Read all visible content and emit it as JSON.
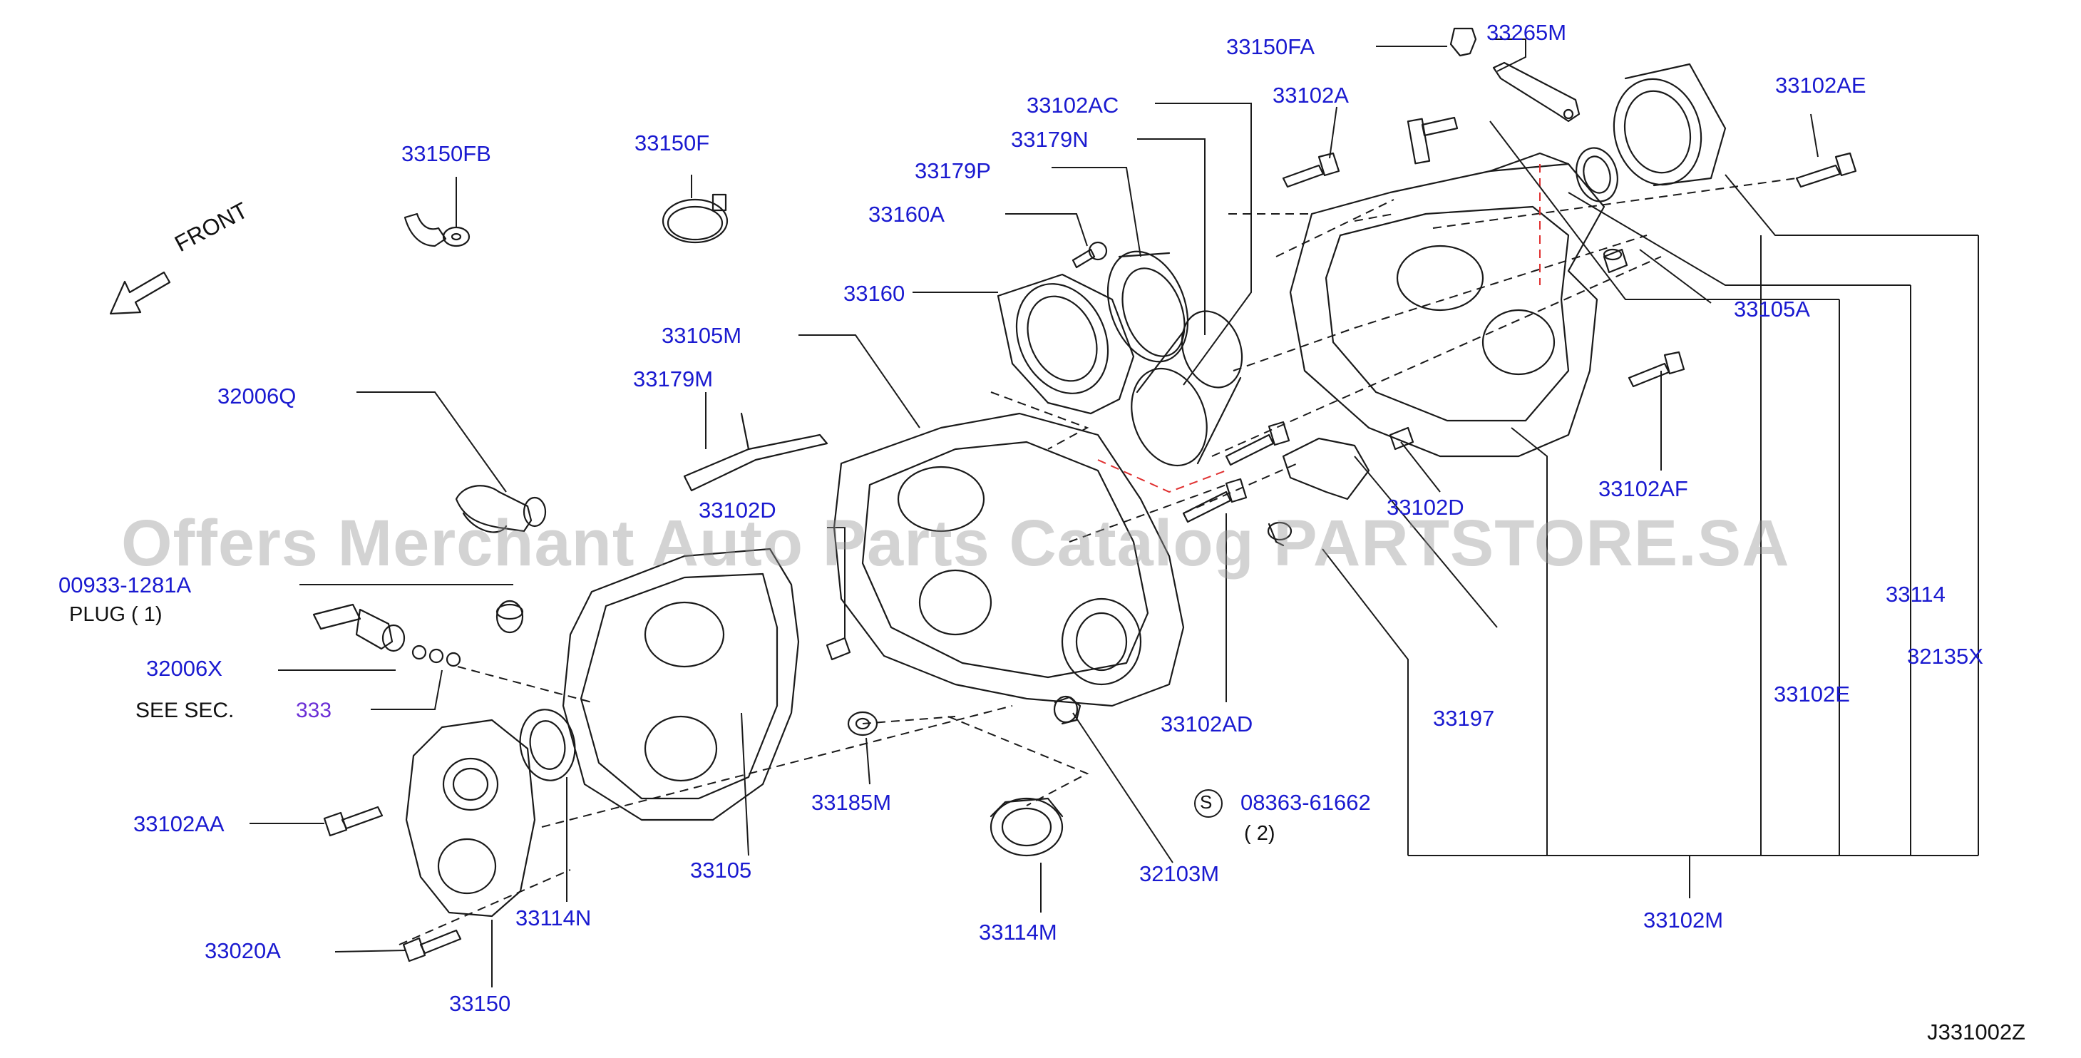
{
  "front_label": "FRONT",
  "watermark": "Offers Merchant Auto Parts Catalog PARTSTORE.SA",
  "diagram_code": "J331002Z",
  "see_sec": {
    "text": "SEE   SEC.",
    "link": "333"
  },
  "bolt_symbol": "S",
  "colors": {
    "label": "#1a1ad0",
    "line": "#1a1a1a",
    "red_dash": "#e03030",
    "link": "#6b2fd6"
  },
  "labels": {
    "p33150FB": "33150FB",
    "p33150F": "33150F",
    "p33150FA": "33150FA",
    "p33265M": "33265M",
    "p33102AC": "33102AC",
    "p33179N": "33179N",
    "p33102A": "33102A",
    "p33102AE": "33102AE",
    "p33179P": "33179P",
    "p33160A": "33160A",
    "p33160": "33160",
    "p33105M": "33105M",
    "p33105A": "33105A",
    "p32006Q": "32006Q",
    "p33179M": "33179M",
    "p33102AF": "33102AF",
    "p33102D_a": "33102D",
    "p33102D_b": "33102D",
    "p00933": "00933-1281A",
    "plug": "PLUG ( 1)",
    "p32006X": "32006X",
    "p33114": "33114",
    "p32135X": "32135X",
    "p33102E": "33102E",
    "p33102AD": "33102AD",
    "p33197": "33197",
    "p33185M": "33185M",
    "p33102AA": "33102AA",
    "p08363": "08363-61662",
    "qty2": "( 2)",
    "p32103M": "32103M",
    "p33105": "33105",
    "p33114N": "33114N",
    "p33020A": "33020A",
    "p33114M": "33114M",
    "p33102M": "33102M",
    "p33150": "33150"
  }
}
